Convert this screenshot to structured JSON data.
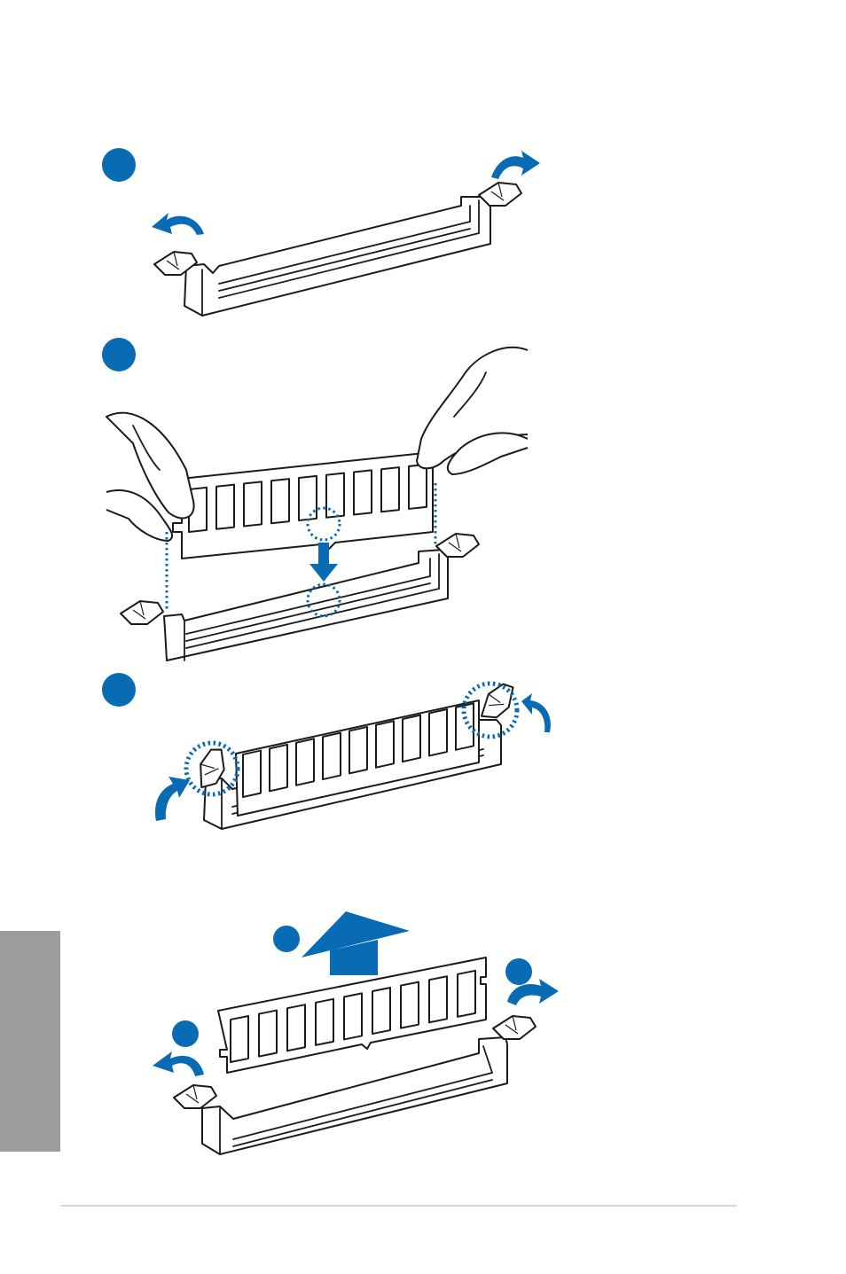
{
  "document": {
    "figures": [
      {
        "id": "install-step-1",
        "icons": [
          "latch-open-arrow-left-icon",
          "latch-open-arrow-right-icon"
        ]
      },
      {
        "id": "install-step-2",
        "icons": [
          "align-notch-circle-icon",
          "insert-down-arrow-icon",
          "guide-dotted-line-icon"
        ]
      },
      {
        "id": "install-step-3",
        "icons": [
          "latch-lock-circle-icon",
          "latch-close-arrow-icon"
        ]
      },
      {
        "id": "remove-module",
        "icons": [
          "lift-up-arrow-icon",
          "latch-open-arrow-left-icon",
          "latch-open-arrow-right-icon"
        ]
      }
    ],
    "colors": {
      "accent": "#0a6bb5",
      "side_tab": "#9c9c9e",
      "rule": "#d6d6d6",
      "line": "#1b1b1b"
    }
  }
}
